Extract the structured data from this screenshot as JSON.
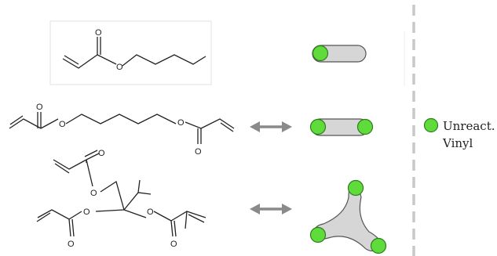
{
  "molecules": [
    {
      "name": "butyl acrylate",
      "atom_label": "O"
    },
    {
      "name": "hexanediol diacrylate",
      "atom_label": "O"
    },
    {
      "name": "trimethylolpropane triacrylate",
      "atom_label": "O"
    }
  ],
  "legend": {
    "label_line1": "Unreact.",
    "label_line2": "Vinyl"
  },
  "colors": {
    "vinyl": "#5fdc3c",
    "vinyl_stroke": "#2e7d1c",
    "body": "#d6d6d6",
    "body_stroke": "#555555",
    "arrow": "#8a8a8a",
    "divider": "#c8c8c8",
    "bond": "#222222"
  },
  "icons": [
    "monofunctional-icon",
    "difunctional-icon",
    "trifunctional-icon"
  ]
}
